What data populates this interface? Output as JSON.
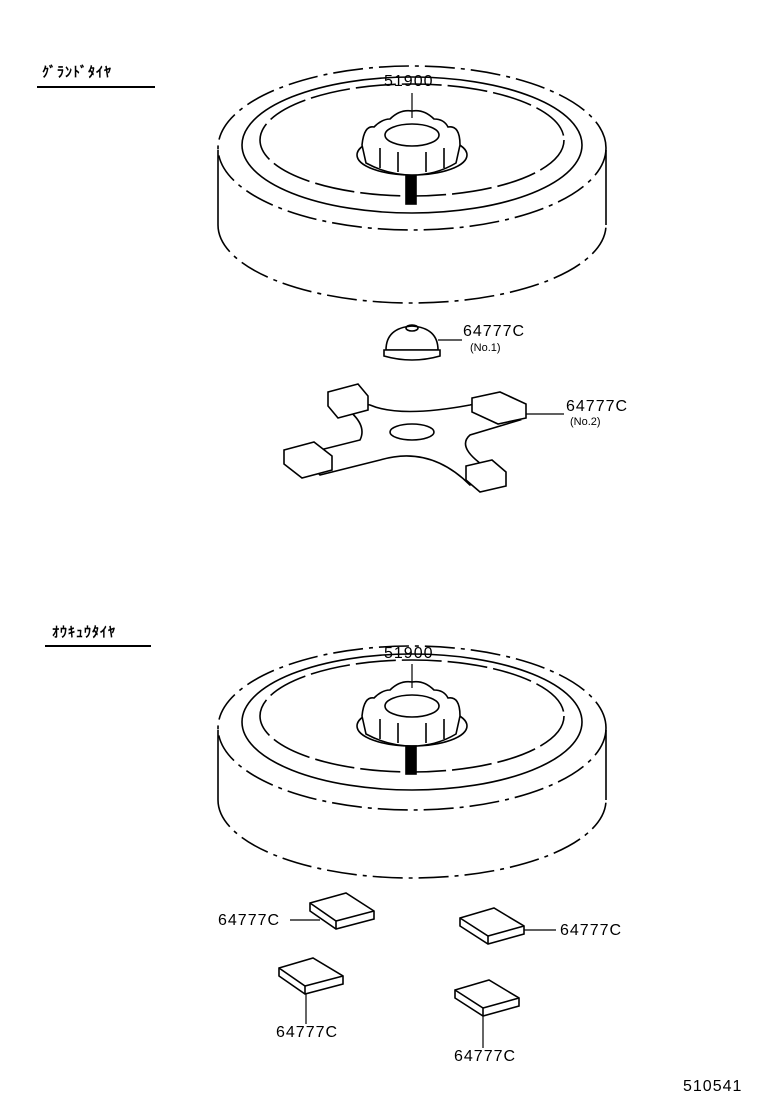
{
  "sections": [
    {
      "title": "ｸﾞﾗﾝﾄﾞﾀｲﾔ",
      "parts": [
        {
          "number": "51900",
          "name": "spare-tire"
        },
        {
          "number": "64777C",
          "note": "(No.1)",
          "name": "spacer-no1"
        },
        {
          "number": "64777C",
          "note": "(No.2)",
          "name": "spacer-no2"
        }
      ]
    },
    {
      "title": "ｵｳｷｭｳﾀｲﾔ",
      "parts": [
        {
          "number": "51900",
          "name": "temporary-tire"
        },
        {
          "number": "64777C",
          "name": "pad-1"
        },
        {
          "number": "64777C",
          "name": "pad-2"
        },
        {
          "number": "64777C",
          "name": "pad-3"
        },
        {
          "number": "64777C",
          "name": "pad-4"
        }
      ]
    }
  ],
  "diagram_id": "510541"
}
